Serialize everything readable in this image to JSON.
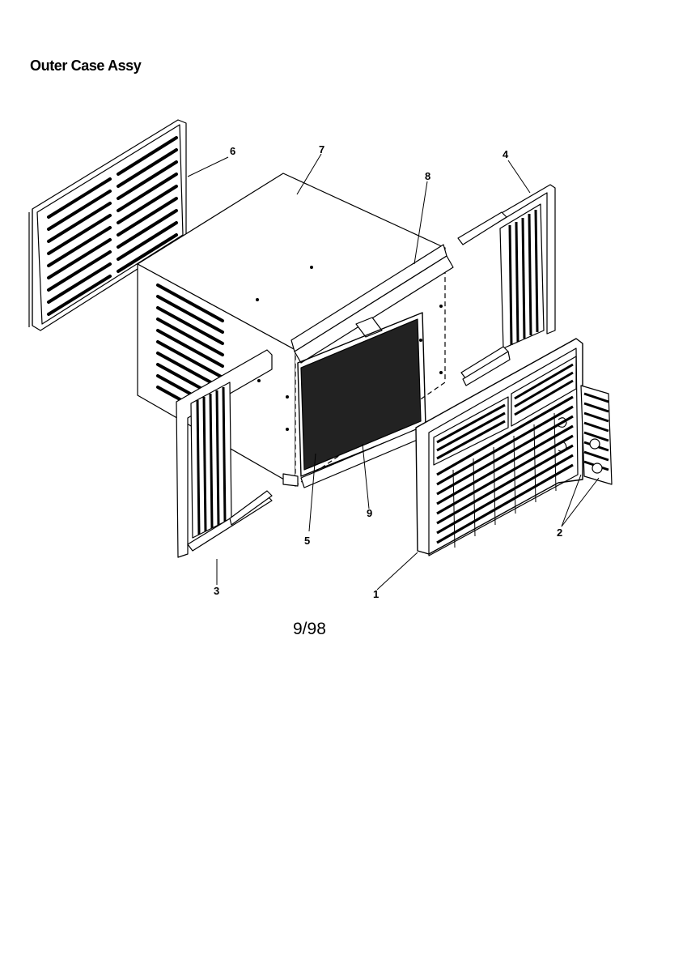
{
  "title": "Outer Case Assy",
  "date_code": "9/98",
  "callouts": [
    "1",
    "2",
    "3",
    "4",
    "5",
    "6",
    "7",
    "8",
    "9"
  ]
}
